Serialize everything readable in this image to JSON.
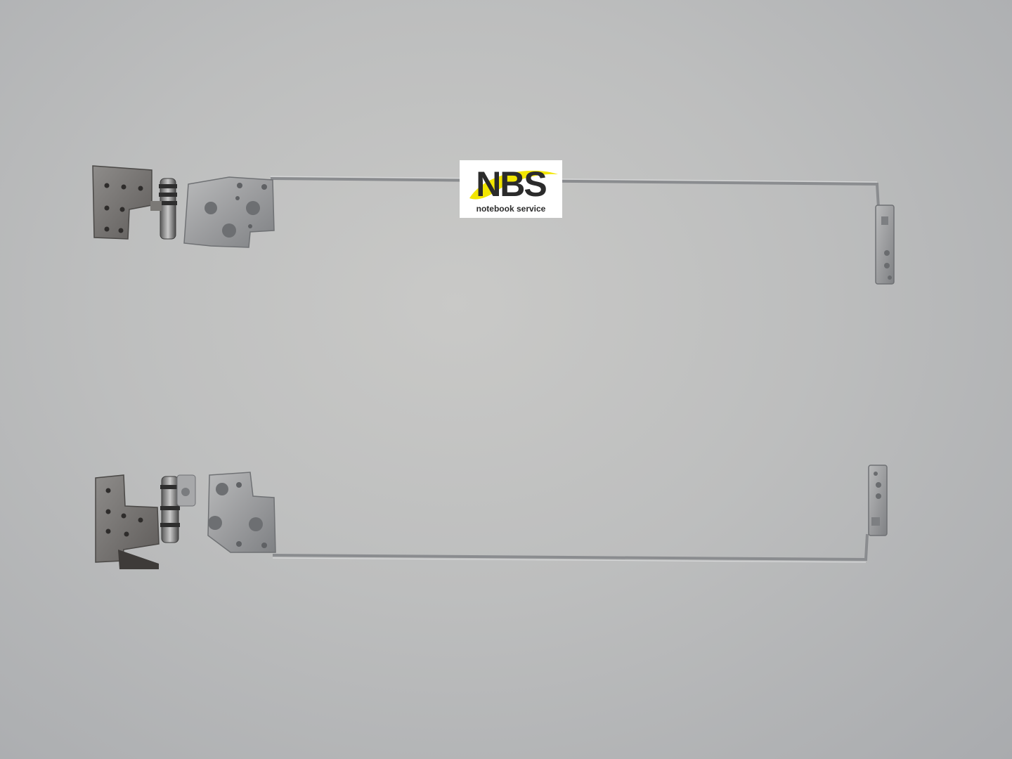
{
  "watermark": {
    "brand": "NBS",
    "tagline": "notebook service",
    "accent_color": "#f2e600",
    "text_color": "#2b2b2b"
  },
  "subject": {
    "items": [
      "left-hinge-assembly",
      "right-hinge-assembly"
    ],
    "background_color": "#c4c5c4",
    "metal_color": "#9a9b9c"
  }
}
